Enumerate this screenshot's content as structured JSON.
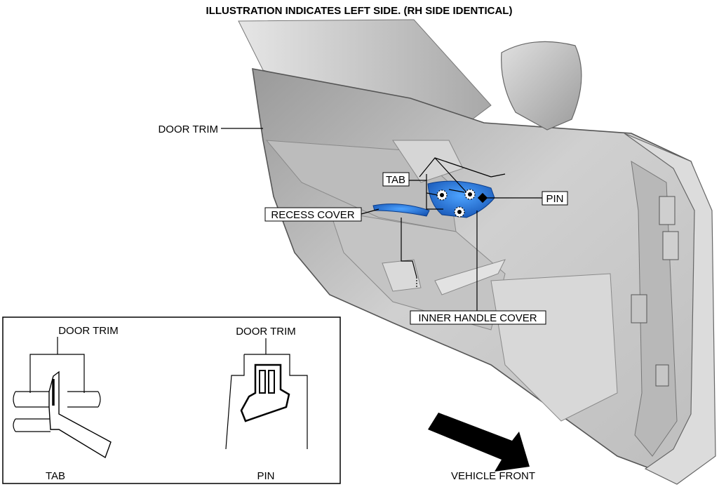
{
  "header": "ILLUSTRATION INDICATES LEFT SIDE. (RH SIDE IDENTICAL)",
  "callouts": {
    "door_trim": "DOOR TRIM",
    "tab": "TAB",
    "pin": "PIN",
    "recess_cover": "RECESS COVER",
    "inner_handle_cover": "INNER HANDLE COVER"
  },
  "detail": {
    "tab_view": {
      "top_label": "DOOR TRIM",
      "caption": "TAB"
    },
    "pin_view": {
      "top_label": "DOOR TRIM",
      "caption": "PIN"
    }
  },
  "direction": "VEHICLE FRONT",
  "colors": {
    "part_highlight": "#1f6fd1",
    "door_gray": "#c9c9c9"
  }
}
